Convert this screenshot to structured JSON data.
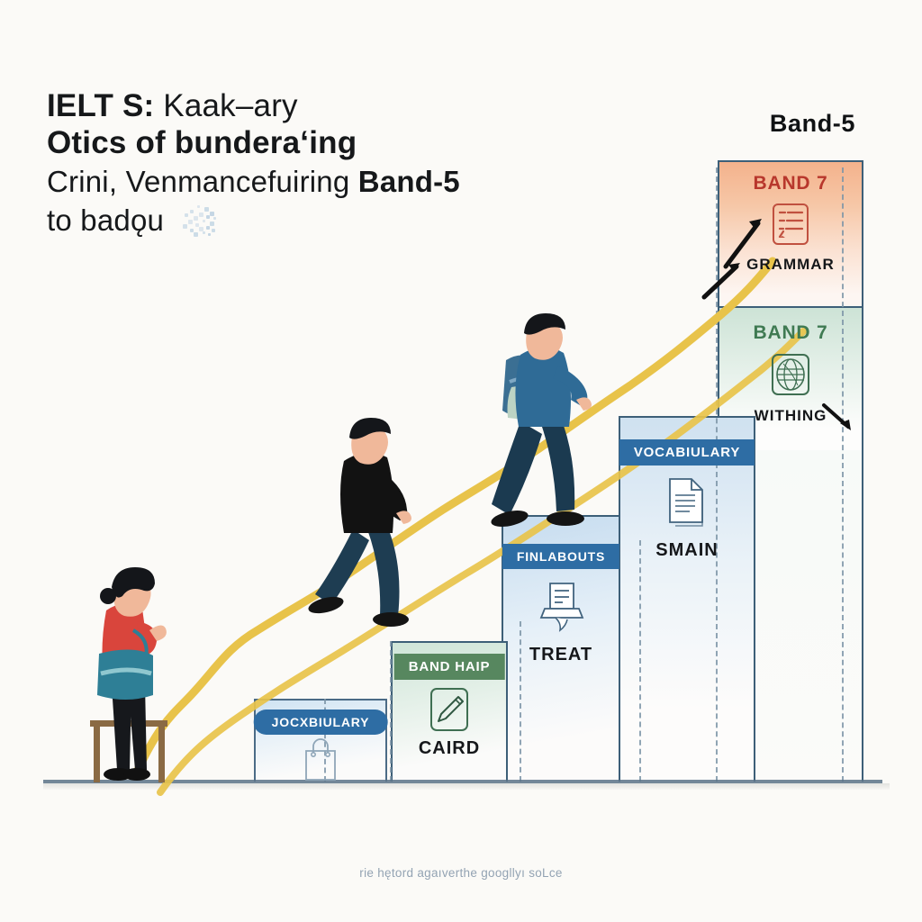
{
  "title": {
    "line1_bold": "IELT S:",
    "line1_rest": " Kaak–ary",
    "line2": "Otics of bunderaʻing",
    "line3_rest": "Crini, Venmancefuiring ",
    "line3_bold": "Band-5",
    "line4": "to badǫu",
    "dot_cluster_icon": "dot-cluster-icon"
  },
  "band5_top": {
    "label": "Band-5"
  },
  "footer": {
    "text": "rie hętord agaıverthe googllyı soLce"
  },
  "colors": {
    "banner_blue": "#2e6da4",
    "banner_green": "#57875f",
    "band7_grammar_text": "#b8372c",
    "band7_writing_text": "#3f7a52",
    "rail_yellow": "#e8c34a",
    "step_outline": "#3d5f78",
    "background": "#fbfaf7"
  },
  "steps": [
    {
      "id": "step-vocabulary-1",
      "banner": "JOCXBIULARY",
      "banner_style": "pill",
      "banner_color": "#2e6da4",
      "icon": "shopping-bag-icon",
      "caption": "",
      "fill": "blue"
    },
    {
      "id": "step-band-haip",
      "banner": "BAND HAIP",
      "banner_style": "rect",
      "banner_color": "#57875f",
      "icon": "pencil-icon",
      "caption": "CAIRD",
      "fill": "green"
    },
    {
      "id": "step-finlabouts",
      "banner": "FINLABOUTS",
      "banner_style": "rect",
      "banner_color": "#2e6da4",
      "icon": "laptop-document-icon",
      "caption": "TREAT",
      "fill": "blue"
    },
    {
      "id": "step-vocabiulary-2",
      "banner": "VOCABIULARY",
      "banner_style": "rect",
      "banner_color": "#2e6da4",
      "icon": "document-pages-icon",
      "caption": "SMAIN",
      "fill": "blue"
    }
  ],
  "top_panels": [
    {
      "id": "panel-grammar",
      "band_label_main": "B",
      "band_label": "AND 7",
      "band_full": "BAND 7",
      "icon": "document-lines-icon",
      "caption": "GRAMMAR",
      "text_color": "#b8372c",
      "fill": "orange"
    },
    {
      "id": "panel-writing",
      "band_label_main": "B",
      "band_label": "AND 7",
      "band_full": "BAND 7",
      "icon": "globe-icon",
      "caption": "WITHING",
      "text_color": "#3f7a52",
      "fill": "green"
    }
  ],
  "figures": [
    {
      "id": "figure-woman-on-bench",
      "name": "woman-standing-on-bench",
      "top_color": "#d9453c",
      "bag_color": "#2e7f96"
    },
    {
      "id": "figure-man-black-top",
      "name": "man-climbing-black-sweater",
      "top_color": "#121212",
      "pants_color": "#1e3d52"
    },
    {
      "id": "figure-man-blue-backpack",
      "name": "man-climbing-blue-sweater",
      "top_color": "#2f6b96",
      "backpack_color": "#3b6f93"
    }
  ],
  "rail": {
    "name": "yellow-progress-rail",
    "color": "#e8c34a"
  },
  "arrows": [
    {
      "name": "up-arrow-lower"
    },
    {
      "name": "up-arrow-upper"
    },
    {
      "name": "down-arrow-writing"
    }
  ]
}
